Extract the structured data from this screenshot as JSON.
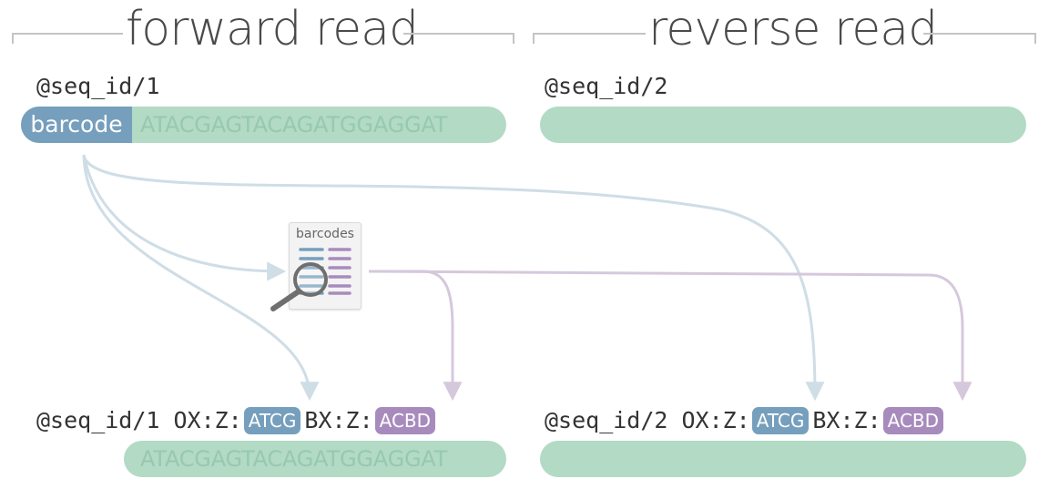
{
  "sections": {
    "forward": {
      "title": "forward read"
    },
    "reverse": {
      "title": "reverse read"
    }
  },
  "input": {
    "forward": {
      "header": "@seq_id/1",
      "barcode_label": "barcode",
      "sequence": "ATACGAGTACAGATGGAGGAT"
    },
    "reverse": {
      "header": "@seq_id/2"
    }
  },
  "lookup": {
    "label": "barcodes"
  },
  "output": {
    "forward": {
      "header": "@seq_id/1",
      "ox_tag": "OX:Z:",
      "ox_value": "ATCG",
      "bx_tag": "BX:Z:",
      "bx_value": "ACBD",
      "sequence": "ATACGAGTACAGATGGAGGAT"
    },
    "reverse": {
      "header": "@seq_id/2",
      "ox_tag": "OX:Z:",
      "ox_value": "ATCG",
      "bx_tag": "BX:Z:",
      "bx_value": "ACBD"
    }
  },
  "colors": {
    "barcode_blue": "#769fbd",
    "tag_purple": "#a88bbd",
    "read_green": "#b2dac4",
    "arrow_blue": "#cfdde6",
    "arrow_purple": "#d6c8dc"
  }
}
